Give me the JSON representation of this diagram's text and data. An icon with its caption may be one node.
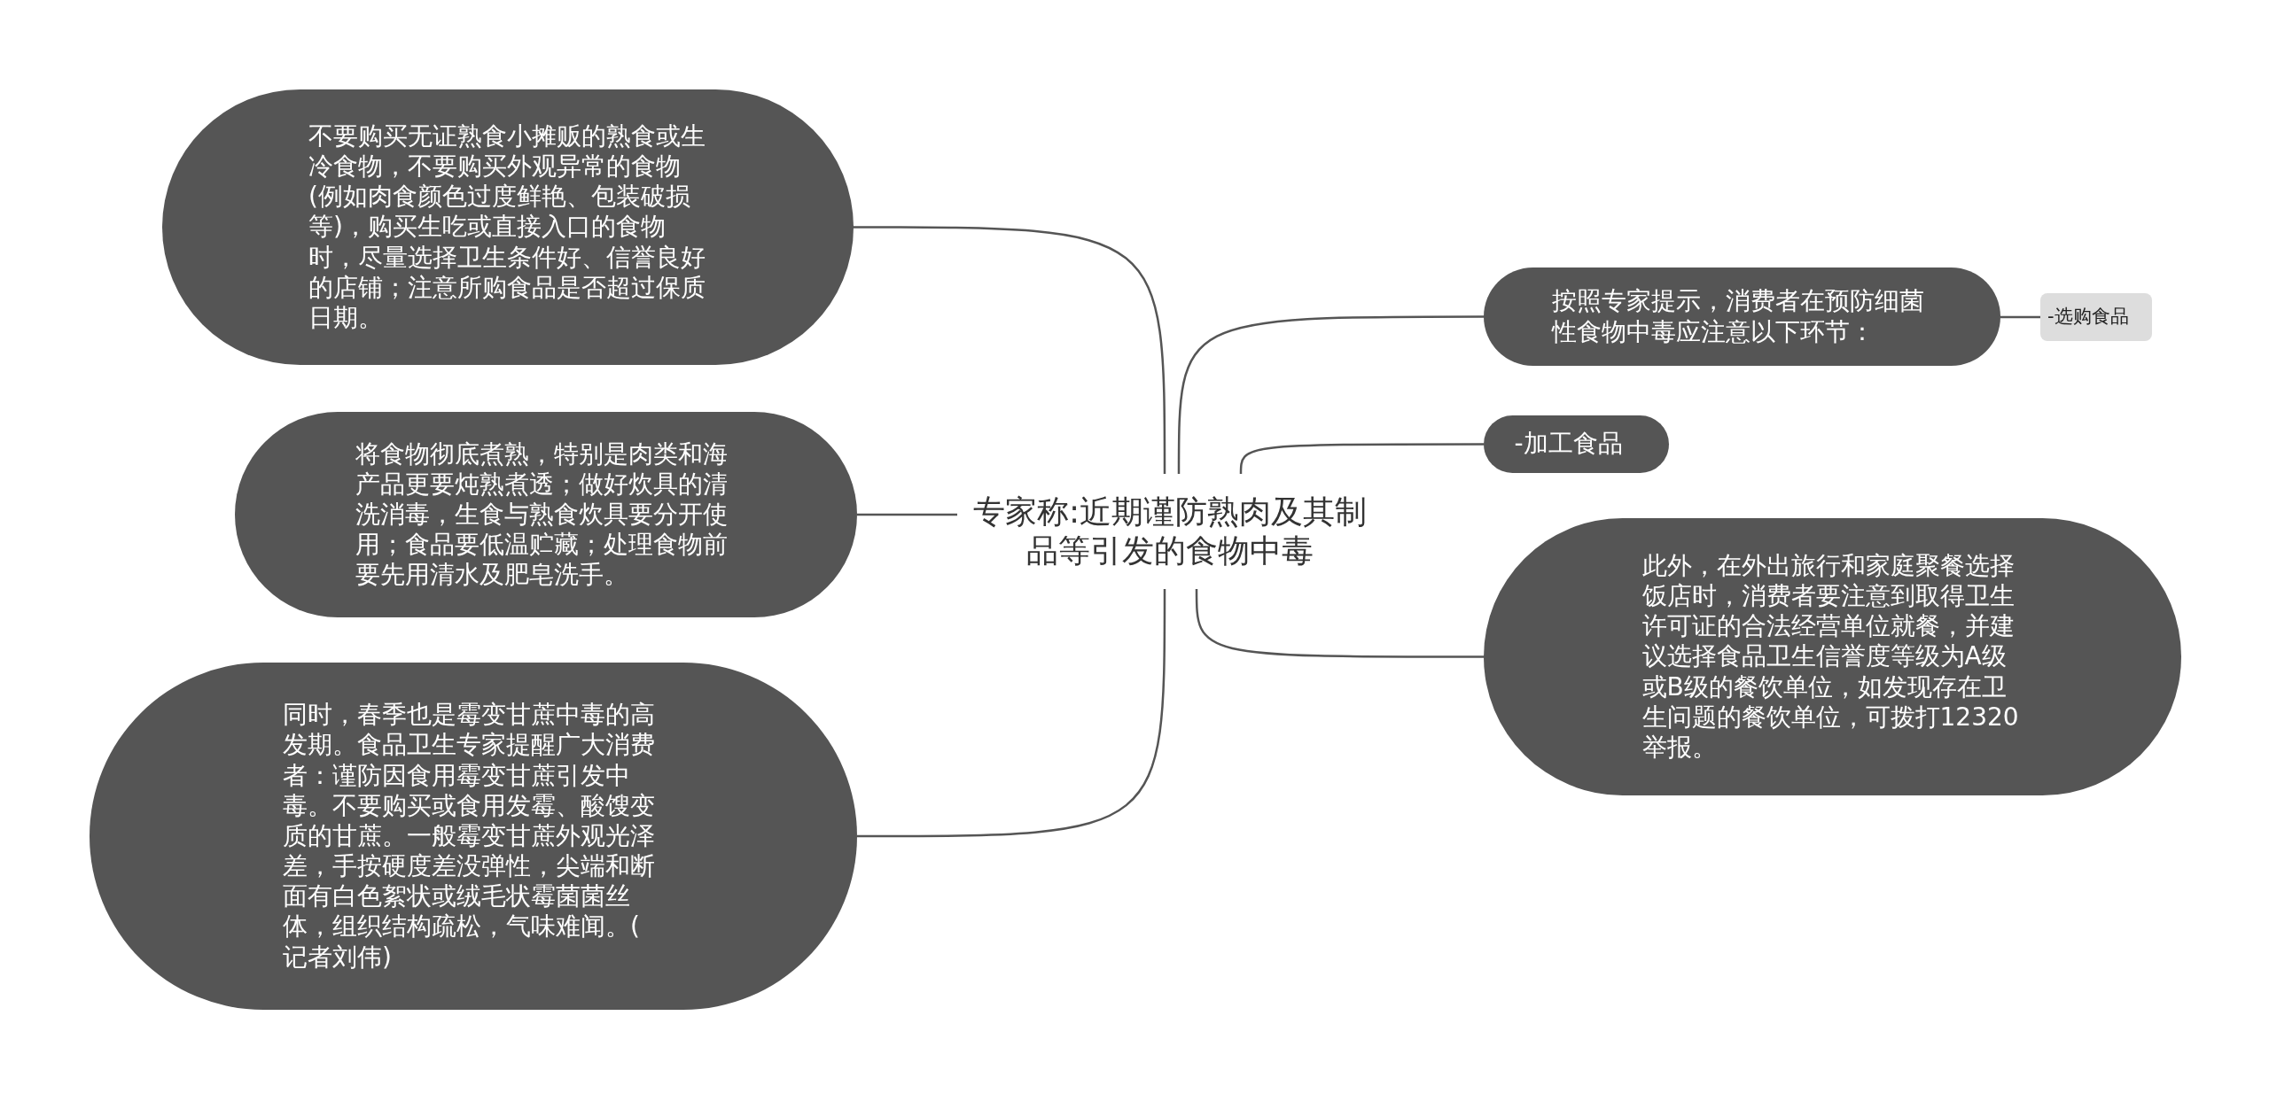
{
  "diagram": {
    "nodes": [
      {
        "text": [
          "专家称:近期谨防熟肉及其制品等引发的食物中毒"
        ]
      },
      {
        "text": [
          "不要购买无证熟食小摊贩的熟食或生冷食物，不要购买外观异常的食物(例如肉食颜色过度鲜艳、包装破损等)，购买生吃或直接入口的食物时，尽量选择卫生条件好、信誉良好的店铺；注意所购食品是否超过保质日期。"
        ]
      },
      {
        "text": [
          "将食物彻底煮熟，特别是肉类和海产品更要炖熟煮透；做好炊具的清洗消毒，生食与熟食炊具要分开使用；食品要低温贮藏；处理食物前要先用清水及肥皂洗手。"
        ]
      },
      {
        "text": [
          "同时，春季也是霉变甘蔗中毒的高发期。食品卫生专家提醒广大消费者：谨防因食用霉变甘蔗引发中毒。不要购买或食用发霉、酸馊变质的甘蔗。一般霉变甘蔗外观光泽差，手按硬度差没弹性，尖端和断面有白色絮状或绒毛状霉菌菌丝体，组织结构疏松，气味难闻。( 记者刘伟)"
        ]
      },
      {
        "text": [
          "按照专家提示，消费者在预防细菌性食物中毒应注意以下环节："
        ]
      },
      {
        "text": [
          "-选购食品"
        ]
      },
      {
        "text": [
          "-加工食品"
        ]
      },
      {
        "text": [
          "此外，在外出旅行和家庭聚餐选择饭店时，消费者要注意到取得卫生许可证的合法经营单位就餐，并建议选择食品卫生信誉度等级为A级或B级的餐饮单位，如发现存在卫生问题的餐饮单位，可拨打12320举报。"
        ]
      }
    ],
    "edges": [
      {
        "from": 0,
        "to": 1,
        "arrow": "none"
      },
      {
        "from": 0,
        "to": 2,
        "arrow": "none"
      },
      {
        "from": 0,
        "to": 3,
        "arrow": "none"
      },
      {
        "from": 0,
        "to": 4,
        "arrow": "none"
      },
      {
        "from": 0,
        "to": 6,
        "arrow": "none"
      },
      {
        "from": 0,
        "to": 7,
        "arrow": "none"
      },
      {
        "from": 4,
        "to": 5,
        "arrow": "none"
      }
    ]
  }
}
